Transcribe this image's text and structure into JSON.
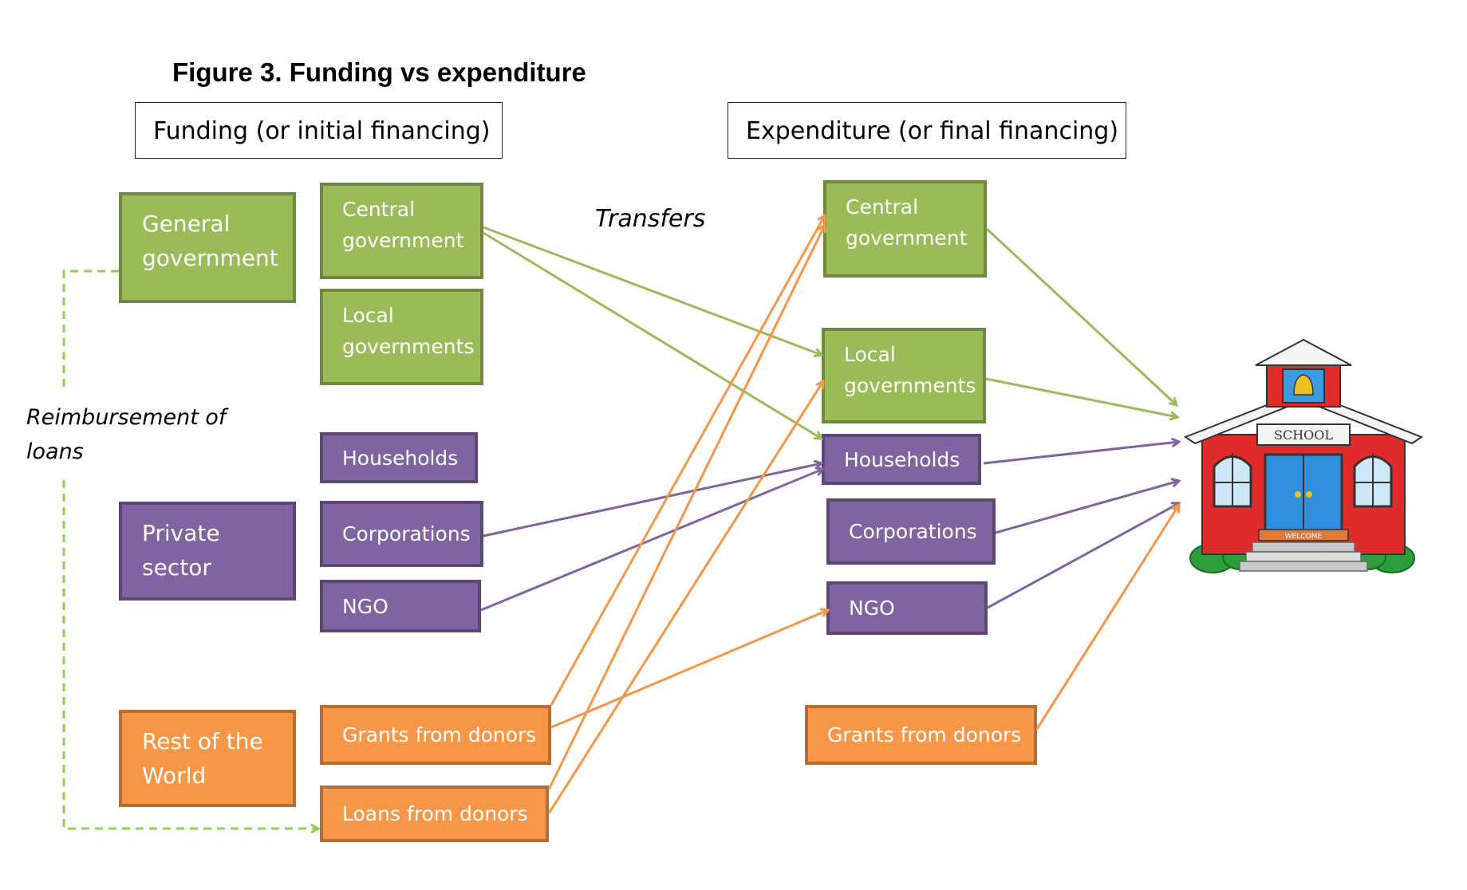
{
  "title": "Figure 3. Funding vs expenditure",
  "headers": {
    "funding": "Funding (or initial financing)",
    "expenditure": "Expenditure (or final financing)"
  },
  "labels": {
    "transfers": "Transfers",
    "reimbursement_line1": "Reimbursement of",
    "reimbursement_line2": "loans",
    "school_sign": "SCHOOL",
    "welcome_mat": "WELCOME"
  },
  "sectors": {
    "general_government": [
      "General",
      "government"
    ],
    "private_sector": [
      "Private",
      "sector"
    ],
    "rest_of_world": [
      "Rest of the",
      "World"
    ]
  },
  "funding": {
    "central_government": [
      "Central",
      "government"
    ],
    "local_governments": [
      "Local",
      "governments"
    ],
    "households": "Households",
    "corporations": "Corporations",
    "ngo": "NGO",
    "grants": "Grants from donors",
    "loans": "Loans from donors"
  },
  "expenditure": {
    "central_government": [
      "Central",
      "government"
    ],
    "local_governments": [
      "Local",
      "governments"
    ],
    "households": "Households",
    "corporations": "Corporations",
    "ngo": "NGO",
    "grants": "Grants from donors"
  },
  "colors": {
    "government": "#9bbb59",
    "private": "#8064a2",
    "rest_of_world": "#f79646",
    "dashed_loan": "#92d050"
  }
}
